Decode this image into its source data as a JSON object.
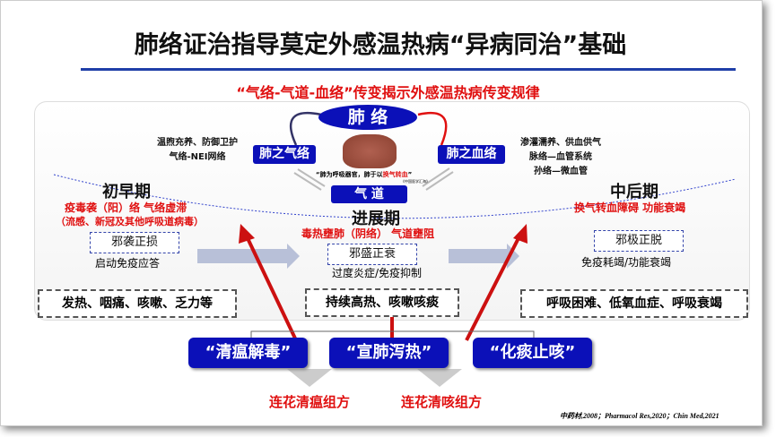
{
  "title": "肺络证治指导莫定外感温热病“异病同治”基础",
  "subtitle": "“气络-气道-血络”传变揭示外感温热病传变规律",
  "center": {
    "top": "肺 络",
    "qi": "肺之气络",
    "xue": "肺之血络",
    "airway": "气 道",
    "quote_a": "“肺为呼吸器官，肺于以",
    "quote_red": "换气转血",
    "quote_b": "”",
    "source": "《中国医学汇海》"
  },
  "left_note": [
    "温煦充养、防御卫护",
    "气络-NEI网络"
  ],
  "right_note": [
    "渗灌濡养、供血供气",
    "脉络—血管系统",
    "孙络—微血管"
  ],
  "stages": [
    {
      "name": "初早期",
      "desc": "疫毒袭（阳）络  气络虚滞",
      "desc2": "（流感、新冠及其他呼吸道病毒）",
      "box": "邪袭正损",
      "note": "启动免疫应答",
      "symptoms": "发热、咽痛、咳嗽、乏力等"
    },
    {
      "name": "进展期",
      "desc": "毒热壅肺（阴络）  气道壅阻",
      "box": "邪盛正衰",
      "note": "过度炎症/免疫抑制",
      "symptoms": "持续高热、咳嗽咳痰"
    },
    {
      "name": "中后期",
      "desc": "换气转血障碍  功能衰竭",
      "box": "邪极正脱",
      "note": "免疫耗竭/功能衰竭",
      "symptoms": "呼吸困难、低氧血症、呼吸衰竭"
    }
  ],
  "methods": [
    "“清瘟解毒”",
    "“宣肺泻热”",
    "“化痰止咳”"
  ],
  "formulas": [
    "连花清瘟组方",
    "连花清咳组方"
  ],
  "citation": "中药材,2008；Pharmacol Res,2020；Chin Med,2021"
}
